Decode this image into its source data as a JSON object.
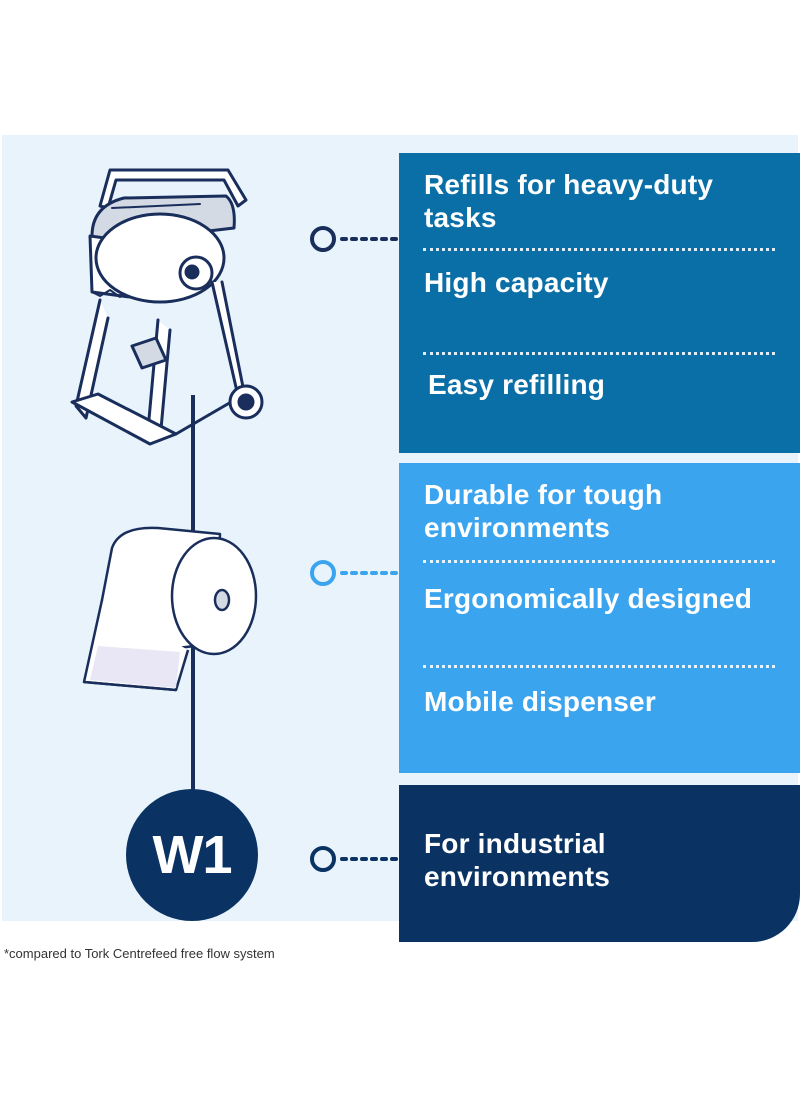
{
  "features_group_1": [
    "Refills for heavy-duty tasks",
    "High capacity",
    "Easy refilling"
  ],
  "features_group_2": [
    "Durable for tough environments",
    "Ergonomically designed",
    "Mobile dispenser"
  ],
  "features_group_3": [
    "For industrial environments"
  ],
  "badge": "W1",
  "footnote": "*compared to Tork Centrefeed free flow system",
  "colors": {
    "background_panel": "#e8f3fc",
    "box_1": "#0a6fa6",
    "box_2": "#3ba4ee",
    "box_3": "#0a3363",
    "illustration_line": "#1a2e5c"
  },
  "icons": [
    "floor-stand-dispenser-icon",
    "paper-roll-icon"
  ]
}
